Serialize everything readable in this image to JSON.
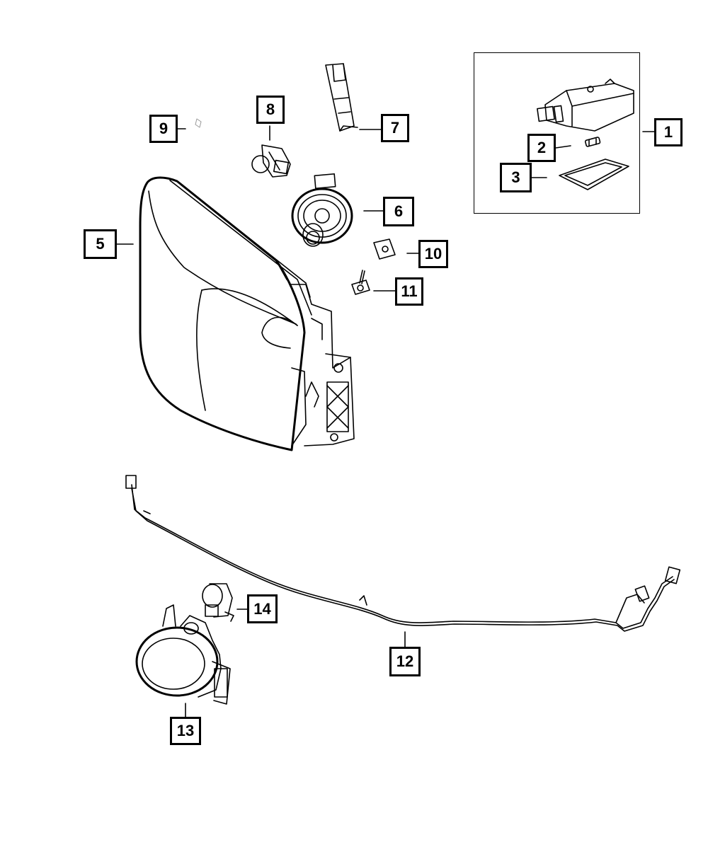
{
  "callouts": {
    "c1": "1",
    "c2": "2",
    "c3": "3",
    "c5": "5",
    "c6": "6",
    "c7": "7",
    "c8": "8",
    "c9": "9",
    "c10": "10",
    "c11": "11",
    "c12": "12",
    "c13": "13",
    "c14": "14"
  },
  "colors": {
    "line": "#000000",
    "background": "#ffffff"
  }
}
